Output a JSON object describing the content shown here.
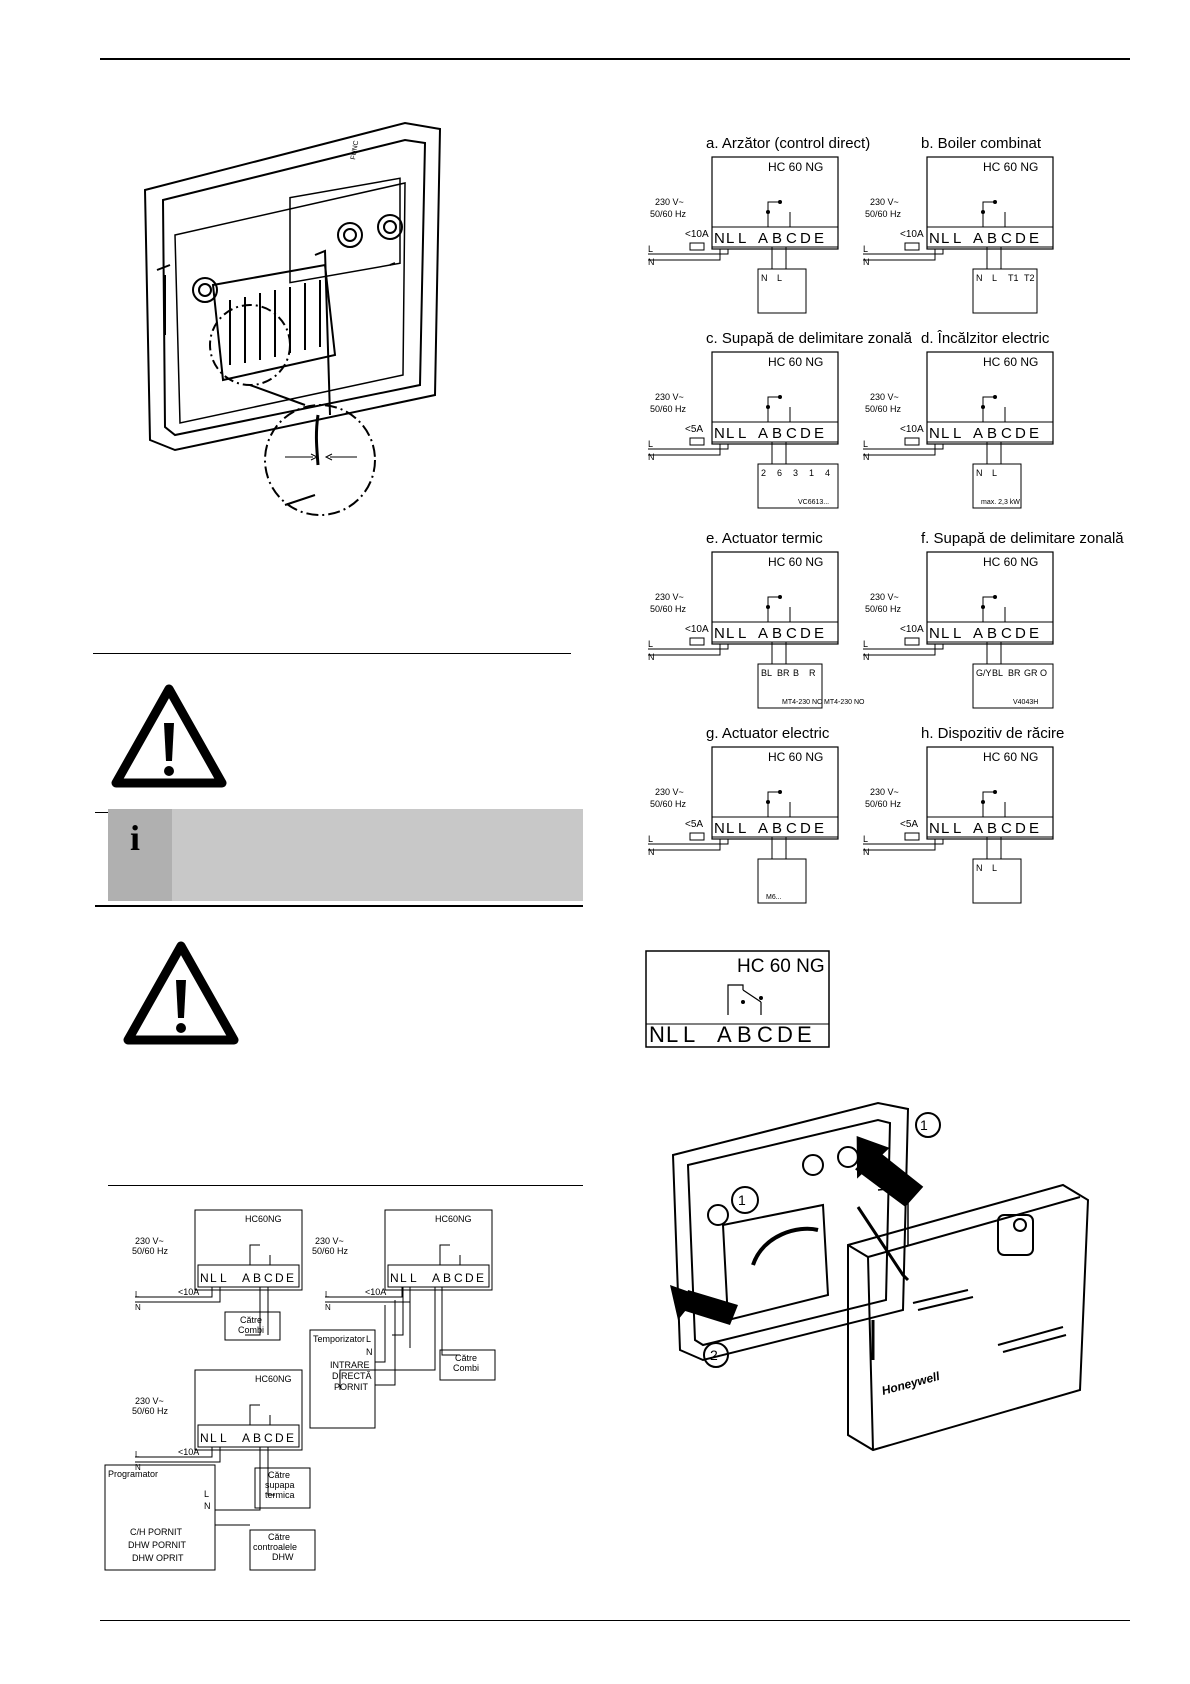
{
  "wiring_panels": [
    {
      "key": "a",
      "title": "a. Arzător (control direct)",
      "model": "HC 60 NG",
      "supply": [
        "230 V~",
        "50/60 Hz"
      ],
      "fuse": "<10A",
      "load": [
        "N",
        "L"
      ]
    },
    {
      "key": "b",
      "title": "b. Boiler combinat",
      "model": "HC 60 NG",
      "supply": [
        "230 V~",
        "50/60 Hz"
      ],
      "fuse": "<10A",
      "load": [
        "N",
        "L",
        "T1",
        "T2"
      ]
    },
    {
      "key": "c",
      "title": "c. Supapă de delimitare zonală",
      "model": "HC 60 NG",
      "supply": [
        "230 V~",
        "50/60 Hz"
      ],
      "fuse": "<5A",
      "load": [
        "2",
        "6",
        "3",
        "1",
        "4"
      ],
      "device": "VC6613..."
    },
    {
      "key": "d",
      "title": "d. Încălzitor electric",
      "model": "HC 60 NG",
      "supply": [
        "230 V~",
        "50/60 Hz"
      ],
      "fuse": "<10A",
      "load": [
        "N",
        "L"
      ],
      "device": "max. 2,3 kW"
    },
    {
      "key": "e",
      "title": "e. Actuator termic",
      "model": "HC 60 NG",
      "supply": [
        "230 V~",
        "50/60 Hz"
      ],
      "fuse": "<10A",
      "load": [
        "BL",
        "BR",
        "B",
        "R"
      ],
      "device": "MT4-230 NC\nMT4-230 NO"
    },
    {
      "key": "f",
      "title": "f. Supapă de delimitare zonală",
      "model": "HC 60 NG",
      "supply": [
        "230 V~",
        "50/60 Hz"
      ],
      "fuse": "<10A",
      "load": [
        "G/Y",
        "BL",
        "BR",
        "GR",
        "O"
      ],
      "device": "V4043H"
    },
    {
      "key": "g",
      "title": "g. Actuator electric",
      "model": "HC 60 NG",
      "supply": [
        "230 V~",
        "50/60 Hz"
      ],
      "fuse": "<5A",
      "load": [],
      "device": "M6..."
    },
    {
      "key": "h",
      "title": "h. Dispozitiv de răcire",
      "model": "HC 60 NG",
      "supply": [
        "230 V~",
        "50/60 Hz"
      ],
      "fuse": "<5A",
      "load": [
        "N",
        "L"
      ]
    }
  ],
  "terminals": {
    "left": [
      "N",
      "L",
      "L"
    ],
    "right": [
      "A",
      "B",
      "C",
      "D",
      "E"
    ],
    "line": "L",
    "neutral": "N"
  },
  "large_terminal": {
    "model": "HC 60 NG"
  },
  "combi": {
    "model": "HC60NG",
    "supply": [
      "230 V~",
      "50/60 Hz"
    ],
    "fuse": "<10A",
    "to_combi": [
      "Către",
      "Combi"
    ],
    "timer": {
      "label": "Temporizator",
      "l": "L",
      "n": "N",
      "direct": [
        "INTRARE",
        "DIRECTĂ",
        "PORNIT"
      ]
    },
    "programmer": {
      "label": "Programator",
      "l": "L",
      "n": "N",
      "outputs": [
        "C/H PORNIT",
        "DHW PORNIT",
        "DHW OPRIT"
      ]
    },
    "to_thermal": [
      "Către",
      "supapa",
      "termica"
    ],
    "to_dhw": [
      "Către",
      "controalele",
      "DHW"
    ]
  },
  "icons": [
    "warning-triangle-icon",
    "info-icon",
    "ground-icon",
    "flame-icon",
    "snowflake-icon",
    "motor-icon"
  ],
  "assembly": {
    "brand": "Honeywell",
    "step_1": "1",
    "step_2": "2"
  }
}
